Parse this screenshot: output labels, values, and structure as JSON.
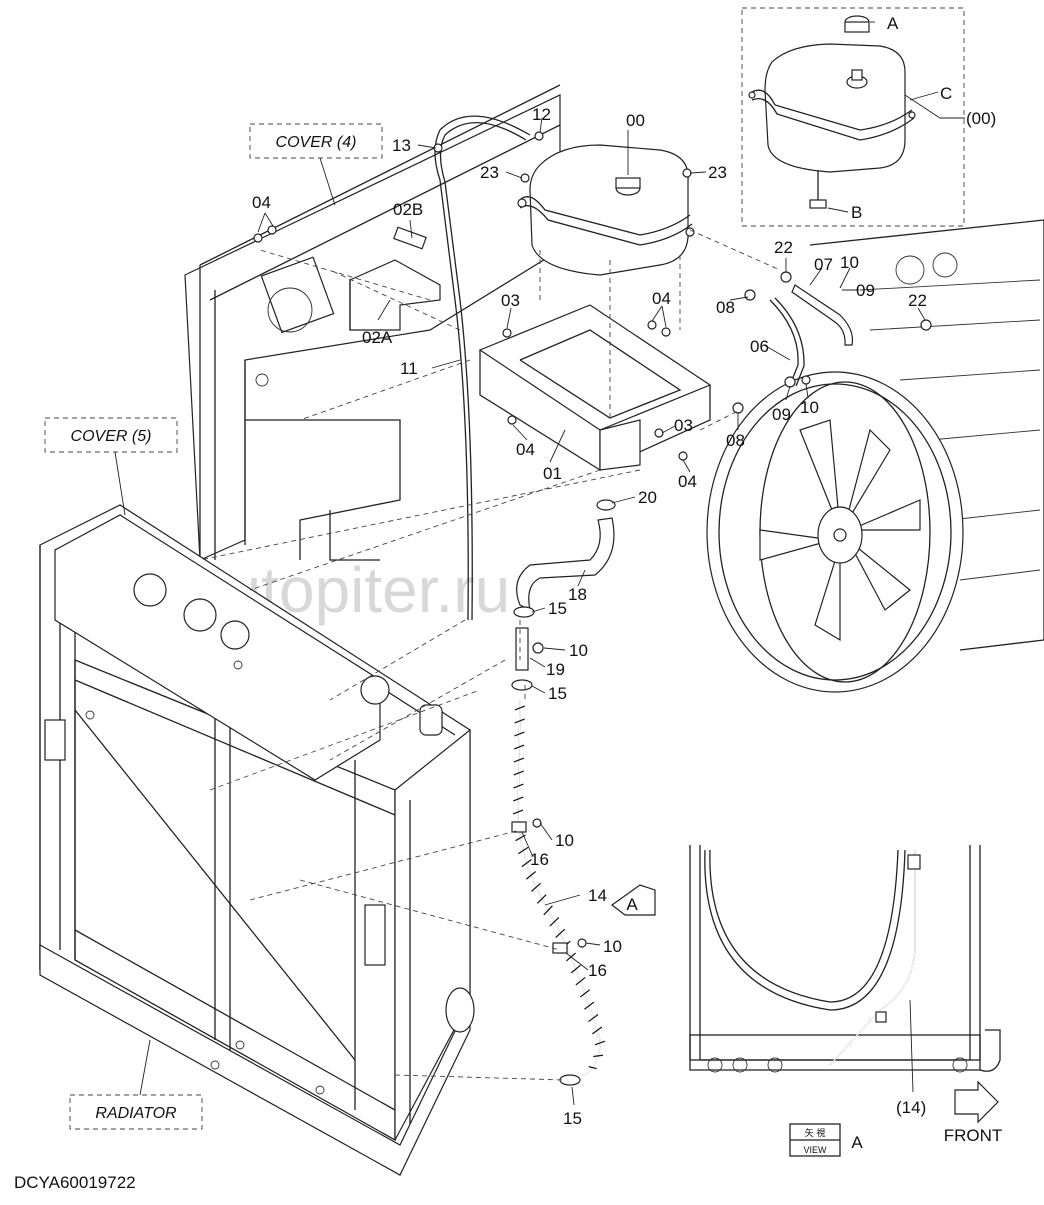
{
  "watermark": "autopiter.ru",
  "drawing_id": "DCYA60019722",
  "boxed_labels": {
    "cover4": "COVER (4)",
    "cover5": "COVER (5)",
    "radiator": "RADIATOR"
  },
  "view_box": {
    "kanji": "矢 視",
    "view": "VIEW",
    "letter": "A"
  },
  "view_arrow_letter": "A",
  "front_label": "FRONT",
  "parts": {
    "p00": "00",
    "p00paren": "(00)",
    "p01": "01",
    "p02A": "02A",
    "p02B": "02B",
    "p03a": "03",
    "p03b": "03",
    "p04a": "04",
    "p04b": "04",
    "p04c": "04",
    "p04d": "04",
    "p06": "06",
    "p07": "07",
    "p08a": "08",
    "p08b": "08",
    "p09a": "09",
    "p09b": "09",
    "p10a": "10",
    "p10b": "10",
    "p10c": "10",
    "p10d": "10",
    "p10e": "10",
    "p11": "11",
    "p12": "12",
    "p13": "13",
    "p14": "14",
    "p14paren": "(14)",
    "p15a": "15",
    "p15b": "15",
    "p15c": "15",
    "p16a": "16",
    "p16b": "16",
    "p18": "18",
    "p19": "19",
    "p20": "20",
    "p22a": "22",
    "p22b": "22",
    "p23a": "23",
    "p23b": "23",
    "inA": "A",
    "inB": "B",
    "inC": "C"
  }
}
